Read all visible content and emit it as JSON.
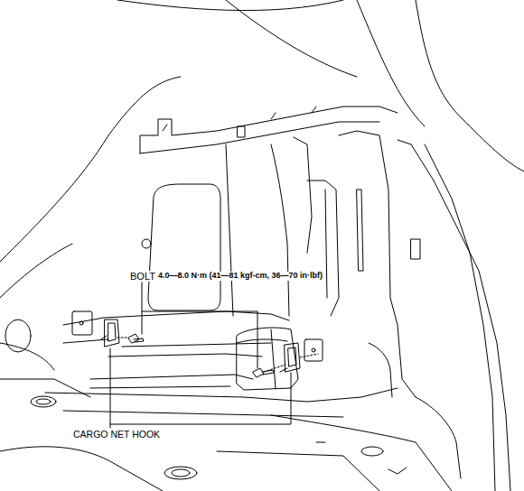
{
  "diagram": {
    "labels": [
      "BOLT",
      "4.0—8.0 N·m (41—81 kgf-cm, 36—70 in·lbf)",
      "CARGO NET HOOK"
    ]
  }
}
